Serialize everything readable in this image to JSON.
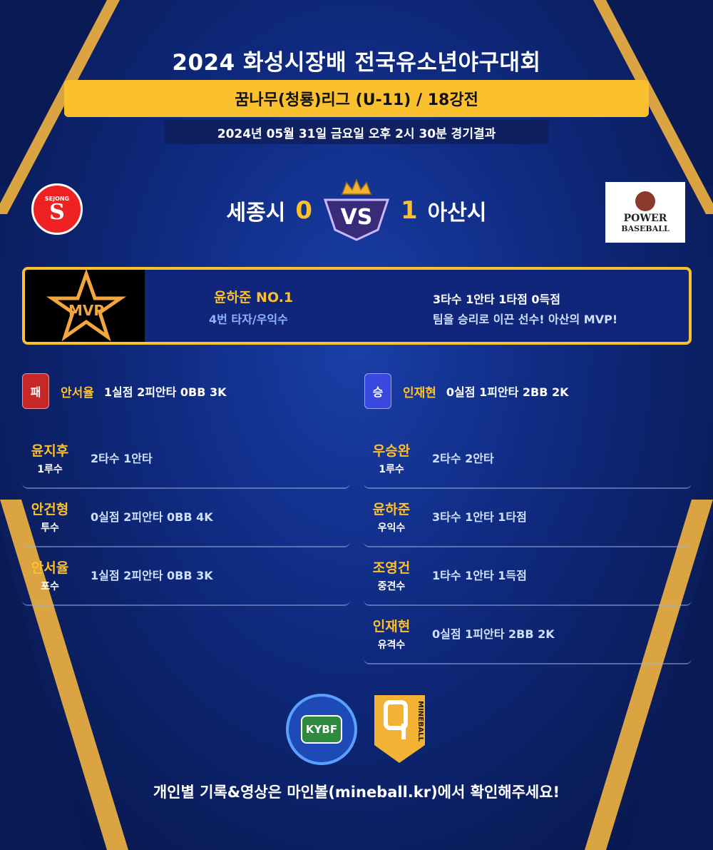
{
  "header": {
    "title": "2024 화성시장배 전국유소년야구대회",
    "league": "꿈나무(청룡)리그 (U-11) / 18강전",
    "date": "2024년 05월 31일 금요일 오후 2시 30분 경기결과"
  },
  "match": {
    "home_team": "세종시",
    "home_score": "0",
    "away_team": "아산시",
    "away_score": "1",
    "home_logo_text": "SEJONG",
    "home_logo_letter": "S",
    "away_logo_line1": "POWER",
    "away_logo_line2": "BASEBALL",
    "vs_label": "VS"
  },
  "mvp": {
    "badge": "MVP",
    "name": "윤하준 NO.1",
    "position": "4번 타자/우익수",
    "stats": "3타수 1안타 1타점 0득점",
    "description": "팀을 승리로 이끈 선수! 아산의 MVP!"
  },
  "pitchers": {
    "loss": {
      "badge": "패",
      "name": "안서율",
      "stats": "1실점 2피안타 0BB 3K"
    },
    "win": {
      "badge": "승",
      "name": "인재현",
      "stats": "0실점 1피안타 2BB 2K"
    }
  },
  "home_players": [
    {
      "name": "윤지후",
      "position": "1루수",
      "stats": "2타수 1안타"
    },
    {
      "name": "안건형",
      "position": "투수",
      "stats": "0실점 2피안타 0BB 4K"
    },
    {
      "name": "안서율",
      "position": "포수",
      "stats": "1실점 2피안타 0BB 3K"
    }
  ],
  "away_players": [
    {
      "name": "우승완",
      "position": "1루수",
      "stats": "2타수 2안타"
    },
    {
      "name": "윤하준",
      "position": "우익수",
      "stats": "3타수 1안타 1타점"
    },
    {
      "name": "조영건",
      "position": "중견수",
      "stats": "1타수 1안타 1득점"
    },
    {
      "name": "인재현",
      "position": "유격수",
      "stats": "0실점 1피안타 2BB 2K"
    }
  ],
  "sponsors": {
    "kybf": "KYBF",
    "mineball": "MINEBALL"
  },
  "footer": "개인별 기록&영상은 마인볼(mineball.kr)에서 확인해주세요!",
  "colors": {
    "accent_gold": "#fbc02d",
    "loss_red": "#c62828",
    "win_blue": "#3949e0",
    "background": "#0f2a80"
  }
}
